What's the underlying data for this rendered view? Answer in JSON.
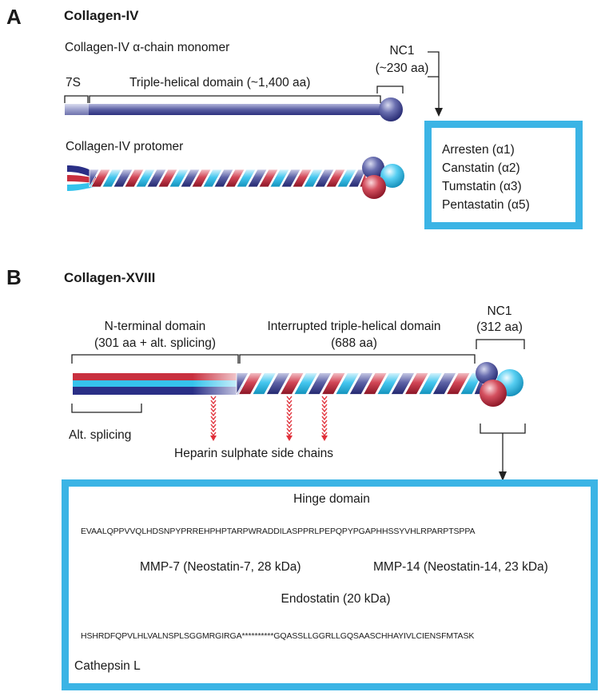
{
  "panel_a": {
    "letter": "A",
    "title": "Collagen-IV",
    "monomer_label": "Collagen-IV α-chain monomer",
    "nc1_label": "NC1",
    "nc1_size": "(~230 aa)",
    "seg_7s": "7S",
    "triple_helical": "Triple-helical domain (~1,400 aa)",
    "protomer_label": "Collagen-IV protomer",
    "fragments": [
      "Arresten (α1)",
      "Canstatin (α2)",
      "Tumstatin (α3)",
      "Pentastatin (α5)"
    ]
  },
  "panel_b": {
    "letter": "B",
    "title": "Collagen-XVIII",
    "nterm_label": "N-terminal domain",
    "nterm_size": "(301 aa + alt. splicing)",
    "interrupted_label": "Interrupted triple-helical domain",
    "interrupted_size": "(688 aa)",
    "nc1_label": "NC1",
    "nc1_size": "(312 aa)",
    "alt_splicing": "Alt. splicing",
    "heparin": "Heparin sulphate side chains",
    "hinge_domain": "Hinge domain",
    "hinge_seq": "EVAALQPPVVQLHDSNPYPRREHPHPTARPWRADDILASPPRLPEPQPYPGAPHHSSYVHLRPARPTSPPA",
    "mmp7": "MMP-7 (Neostatin-7, 28 kDa)",
    "mmp14": "MMP-14 (Neostatin-14, 23 kDa)",
    "endostatin": "Endostatin (20 kDa)",
    "endo_seq": "HSHRDFQPVLHLVALNSPLSGGMRGIRGA**********GQASSLLGGRLLGQSAASCHHAYIVLCIENSFMTASK",
    "cathepsin": "Cathepsin L"
  },
  "colors": {
    "red": "#c8303f",
    "blue": "#2a2f86",
    "cyan": "#36c3ec",
    "box": "#3bb4e5",
    "arrow": "#e0303a"
  }
}
